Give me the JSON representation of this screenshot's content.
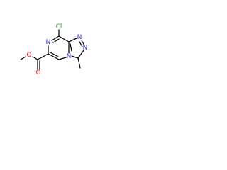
{
  "molecule": {
    "colors": {
      "bond": "#000000",
      "carbon": "#000000",
      "oxygen": "#ff0d0d",
      "nitrogen": "#2a2ad4",
      "chlorine": "#1fa31f"
    },
    "atoms": {
      "chlorine": "Cl",
      "pyrazine_nitrogen": "N",
      "triazole_nitrogen_1": "N",
      "triazole_nitrogen_2": "N",
      "bridgehead_nitrogen": "N",
      "carbonyl_oxygen": "O",
      "ester_oxygen": "O"
    }
  }
}
